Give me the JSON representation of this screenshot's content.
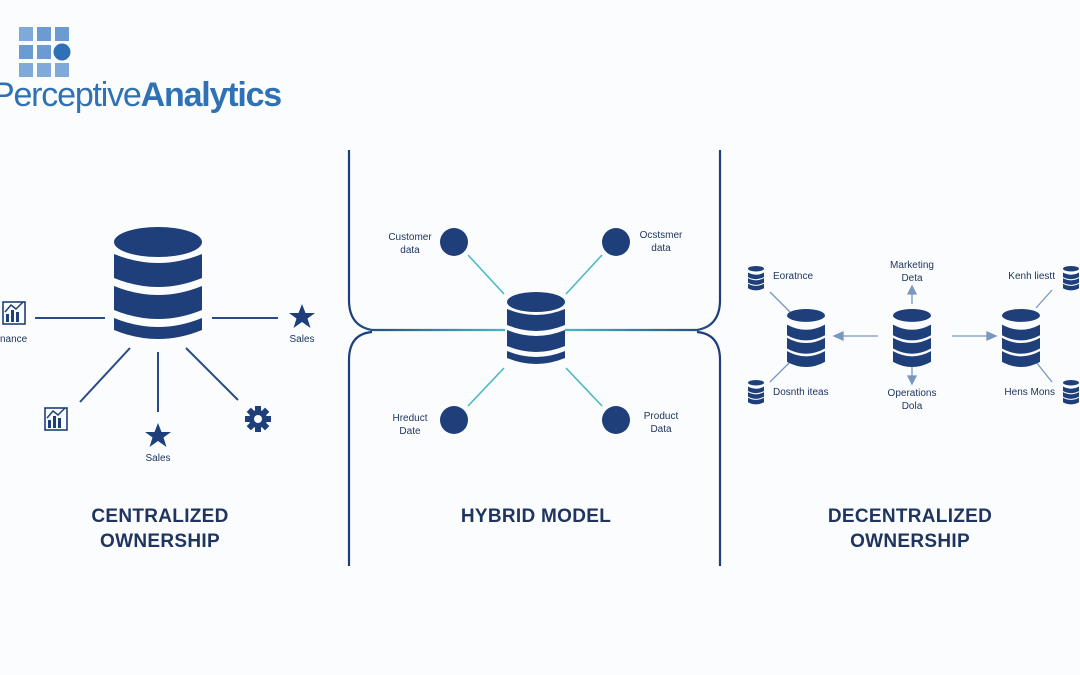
{
  "brand": {
    "prefix": "Perceptive",
    "suffix": "Analytics"
  },
  "colors": {
    "navy": "#1e3f7a",
    "accent": "#49b9c4",
    "logo_blue": "#2f71b5",
    "logo_light": "#7fa9d9"
  },
  "panels": {
    "centralized": {
      "title_line1": "CENTRALIZED",
      "title_line2": "OWNERSHIP",
      "labels": {
        "finance": "nance",
        "sales_right": "Sales",
        "sales_bottom": "Sales"
      },
      "icons": [
        "bar-chart-icon",
        "star-icon",
        "bar-chart-icon",
        "star-icon",
        "gear-icon"
      ]
    },
    "hybrid": {
      "title": "HYBRID MODEL",
      "nodes": {
        "top_left": {
          "line1": "Customer",
          "line2": "data"
        },
        "top_right": {
          "line1": "Ocstsmer",
          "line2": "data"
        },
        "bottom_left": {
          "line1": "Hreduct",
          "line2": "Date"
        },
        "bottom_right": {
          "line1": "Product",
          "line2": "Data"
        }
      }
    },
    "decentralized": {
      "title_line1": "DECENTRALIZED",
      "title_line2": "OWNERSHIP",
      "labels": {
        "top_left": "Eoratnce",
        "bottom_left": "Dosnth iteas",
        "marketing_line1": "Marketing",
        "marketing_line2": "Deta",
        "operations_line1": "Operations",
        "operations_line2": "Dola",
        "top_right": "Kenh liestt",
        "bottom_right": "Hens Mons"
      }
    }
  }
}
